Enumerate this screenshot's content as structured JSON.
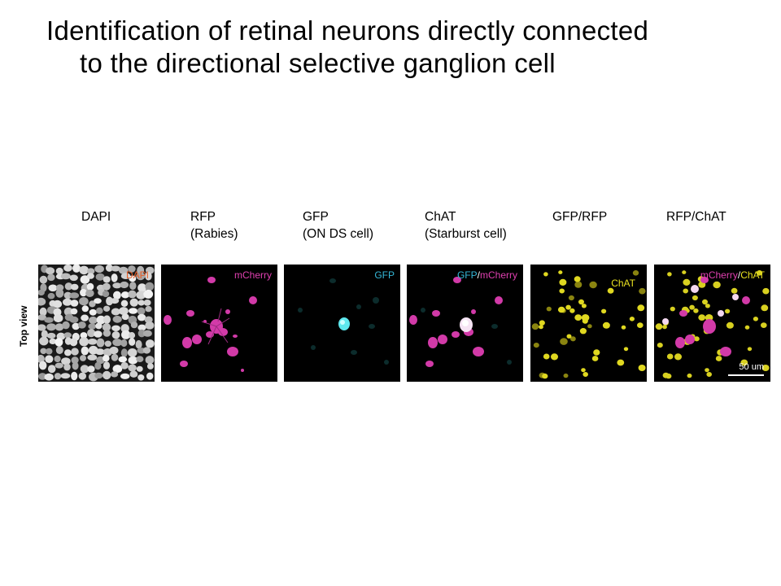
{
  "title": {
    "line1": "Identification of retinal neurons directly connected",
    "line2": "to the directional selective ganglion cell"
  },
  "row_label": "Top view",
  "columns": [
    {
      "title": "DAPI",
      "subtitle": ""
    },
    {
      "title": "RFP",
      "subtitle": "(Rabies)"
    },
    {
      "title": "GFP",
      "subtitle": "(ON DS cell)"
    },
    {
      "title": "ChAT",
      "subtitle": "(Starburst cell)"
    },
    {
      "title": "GFP/RFP",
      "subtitle": ""
    },
    {
      "title": "RFP/ChAT",
      "subtitle": ""
    }
  ],
  "panels": {
    "dapi": {
      "label": "DAPI"
    },
    "rfp": {
      "label": "mCherry"
    },
    "gfp": {
      "label": "GFP"
    },
    "merge1": {
      "label_a": "GFP",
      "sep": "/",
      "label_b": "mCherry"
    },
    "chat": {
      "label": "ChAT"
    },
    "merge2": {
      "label_a": "mCherry",
      "sep": "/",
      "label_b": "ChAT",
      "scale": "50 um"
    }
  },
  "colors": {
    "dapi_label": "#e8602a",
    "mcherry": "#e040b0",
    "gfp": "#35b8d8",
    "chat": "#e8e020",
    "background": "#000000"
  }
}
